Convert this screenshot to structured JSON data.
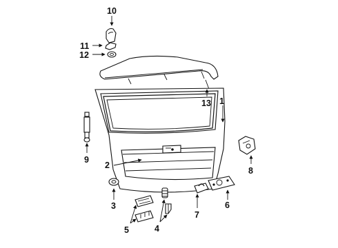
{
  "diagram": {
    "callouts": [
      {
        "key": "c1",
        "label": "1"
      },
      {
        "key": "c2",
        "label": "2"
      },
      {
        "key": "c3",
        "label": "3"
      },
      {
        "key": "c4",
        "label": "4"
      },
      {
        "key": "c5",
        "label": "5"
      },
      {
        "key": "c6",
        "label": "6"
      },
      {
        "key": "c7",
        "label": "7"
      },
      {
        "key": "c8",
        "label": "8"
      },
      {
        "key": "c9",
        "label": "9"
      },
      {
        "key": "c10",
        "label": "10"
      },
      {
        "key": "c11",
        "label": "11"
      },
      {
        "key": "c12",
        "label": "12"
      },
      {
        "key": "c13",
        "label": "13"
      }
    ]
  }
}
